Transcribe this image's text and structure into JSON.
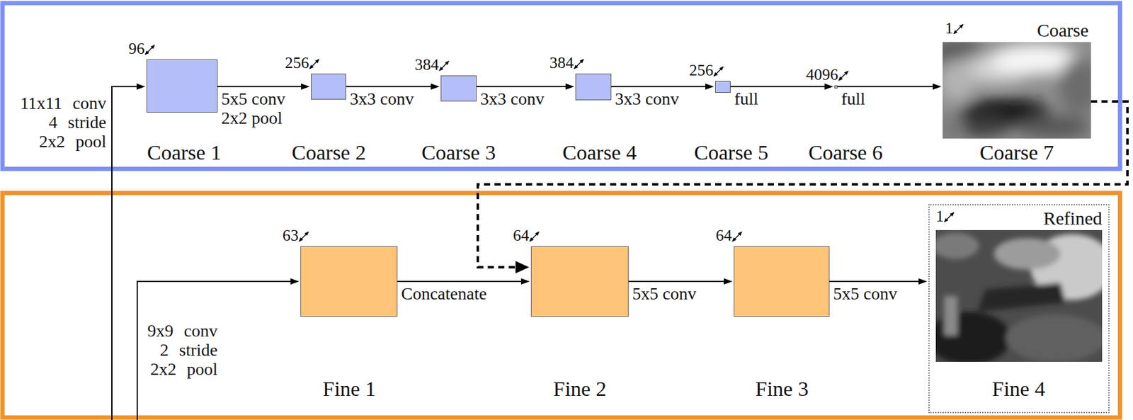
{
  "diagram": {
    "nodes": [
      {
        "text": [
          "96",
          "Coarse 1"
        ]
      },
      {
        "text": [
          "256",
          "Coarse 2"
        ]
      },
      {
        "text": [
          "384",
          "Coarse 3"
        ]
      },
      {
        "text": [
          "384",
          "Coarse 4"
        ]
      },
      {
        "text": [
          "256",
          "Coarse 5"
        ]
      },
      {
        "text": [
          "4096",
          "Coarse 6"
        ]
      },
      {
        "text": [
          "1",
          "Coarse",
          "Coarse 7"
        ]
      },
      {
        "text": [
          "63",
          "Fine 1"
        ]
      },
      {
        "text": [
          "64",
          "Fine 2"
        ]
      },
      {
        "text": [
          "64",
          "Fine 3"
        ]
      },
      {
        "text": [
          "1",
          "Refined",
          "Fine 4"
        ]
      }
    ],
    "edges": [
      {
        "from": 0,
        "to": 1,
        "arrow": "to",
        "label": "5x5 conv 2x2 pool"
      },
      {
        "from": 1,
        "to": 2,
        "arrow": "to",
        "label": "3x3 conv"
      },
      {
        "from": 2,
        "to": 3,
        "arrow": "to",
        "label": "3x3 conv"
      },
      {
        "from": 3,
        "to": 4,
        "arrow": "to",
        "label": "3x3 conv"
      },
      {
        "from": 4,
        "to": 5,
        "arrow": "to",
        "label": "full"
      },
      {
        "from": 5,
        "to": 6,
        "arrow": "to",
        "label": "full"
      },
      {
        "from": 6,
        "to": 8,
        "arrow": "to"
      },
      {
        "from": 7,
        "to": 8,
        "arrow": "to",
        "label": "Concatenate"
      },
      {
        "from": 8,
        "to": 9,
        "arrow": "to",
        "label": "5x5 conv"
      },
      {
        "from": 9,
        "to": 10,
        "arrow": "to",
        "label": "5x5 conv"
      }
    ],
    "labels": [
      "11x11 conv 4 stride 2x2 pool",
      "9x9 conv 2 stride 2x2 pool"
    ]
  }
}
